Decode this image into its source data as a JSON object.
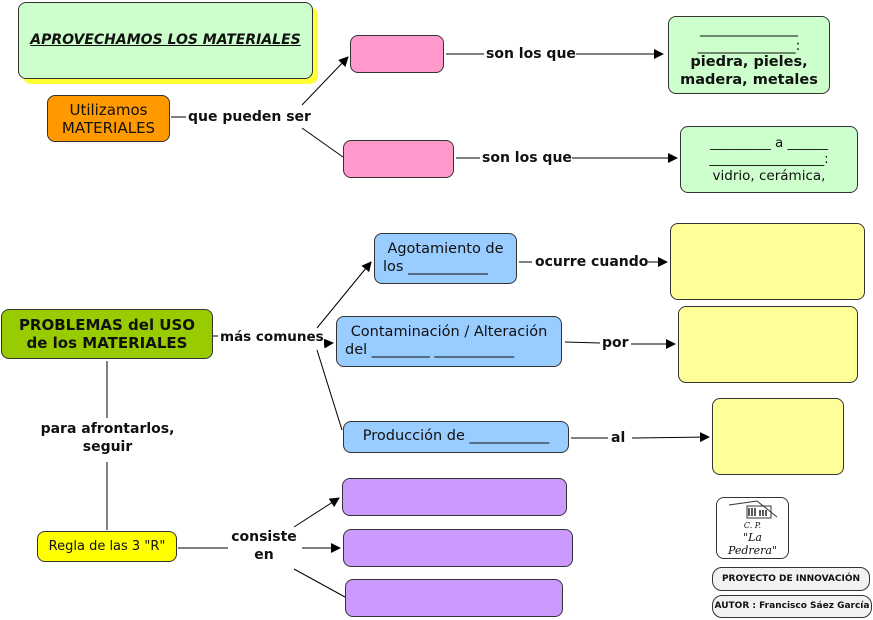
{
  "title": "APROVECHAMOS LOS MATERIALES",
  "materials": {
    "root": "Utilizamos MATERIALES",
    "link_can_be": "que pueden ser",
    "branch1": {
      "box": "",
      "link": "son los que",
      "result_line1": "______________",
      "result_line2": "______________:",
      "result_examples": "piedra, pieles, madera, metales"
    },
    "branch2": {
      "box": "",
      "link": "son los que",
      "result_line1": "_________ a ______",
      "result_line2": "_________________:",
      "result_examples": "vidrio, cerámica,"
    }
  },
  "problems": {
    "root": "PROBLEMAS del USO de los MATERIALES",
    "link_common": "más comunes",
    "items": [
      {
        "text_line1": "Agotamiento de",
        "text_line2": "los ___________",
        "link": "ocurre cuando",
        "answer": ""
      },
      {
        "text_line1": "Contaminación / Alteración",
        "text_line2": "del ________  ___________",
        "link": "por",
        "answer": ""
      },
      {
        "text_line1": "Producción de ___________",
        "text_line2": "",
        "link": "al",
        "answer": ""
      }
    ],
    "link_face": "para afrontarlos, seguir"
  },
  "rule": {
    "label": "Regla de las 3 \"R\"",
    "link": "consiste en",
    "answers": [
      "",
      "",
      ""
    ]
  },
  "footer": {
    "logo_line1": "C. P.",
    "logo_line2": "\"La Pedrera\"",
    "project": "PROYECTO DE INNOVACIÓN",
    "author": "AUTOR : Francisco Sáez García"
  },
  "colors": {
    "title_bg": "#ccffcc",
    "title_shadow": "#ffff33",
    "materials_root": "#ff9900",
    "pink": "#ff99cc",
    "green": "#ccffcc",
    "problems_root": "#99cc00",
    "blue": "#99ccff",
    "answer_yellow": "#ffff99",
    "rule_yellow": "#ffff00",
    "purple": "#cc99ff"
  }
}
